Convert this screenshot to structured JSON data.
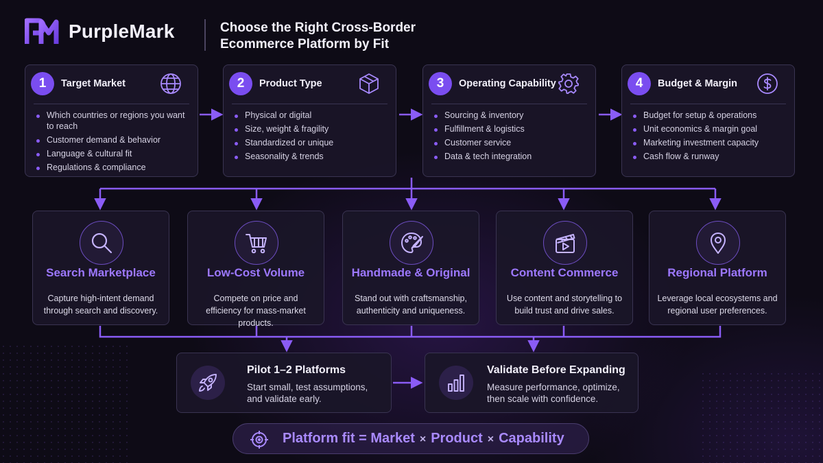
{
  "brand": {
    "name": "PurpleMark",
    "logo_text": "PM"
  },
  "title": {
    "line1": "Choose the Right Cross-Border",
    "line2": "Ecommerce Platform by Fit"
  },
  "factors": [
    {
      "number": "1",
      "title": "Target Market",
      "icon": "globe-icon",
      "items": [
        "Which countries or regions you want to reach",
        "Customer demand & behavior",
        "Language & cultural fit",
        "Regulations & compliance"
      ]
    },
    {
      "number": "2",
      "title": "Product Type",
      "icon": "box-icon",
      "items": [
        "Physical or digital",
        "Size, weight & fragility",
        "Standardized or unique",
        "Seasonality & trends"
      ]
    },
    {
      "number": "3",
      "title": "Operating Capability",
      "icon": "gear-icon",
      "items": [
        "Sourcing & inventory",
        "Fulfillment & logistics",
        "Customer service",
        "Data & tech integration"
      ]
    },
    {
      "number": "4",
      "title": "Budget & Margin",
      "icon": "dollar-icon",
      "items": [
        "Budget for setup & operations",
        "Unit economics & margin goal",
        "Marketing investment capacity",
        "Cash flow & runway"
      ]
    }
  ],
  "platforms": [
    {
      "title": "Search Marketplace",
      "icon": "search-icon",
      "desc": "Capture high-intent demand through search and discovery."
    },
    {
      "title": "Low-Cost Volume",
      "icon": "cart-icon",
      "desc": "Compete on price and efficiency for mass-market products."
    },
    {
      "title": "Handmade & Original",
      "icon": "palette-icon",
      "desc": "Stand out with craftsmanship, authenticity and uniqueness."
    },
    {
      "title": "Content Commerce",
      "icon": "clapperboard-icon",
      "desc": "Use content and storytelling to build trust and drive sales."
    },
    {
      "title": "Regional Platform",
      "icon": "map-pin-icon",
      "desc": "Leverage local ecosystems and regional user preferences."
    }
  ],
  "steps": [
    {
      "title": "Pilot 1–2 Platforms",
      "icon": "rocket-icon",
      "desc": "Start small, test assumptions, and validate early."
    },
    {
      "title": "Validate Before Expanding",
      "icon": "bar-chart-icon",
      "desc": "Measure performance, optimize, then scale with confidence."
    }
  ],
  "formula": {
    "icon": "target-icon",
    "lhs": "Platform fit",
    "eq": "=",
    "term1": "Market",
    "op1": "×",
    "term2": "Product",
    "op2": "×",
    "term3": "Capability"
  },
  "colors": {
    "accent": "#7a4df0",
    "accent_light": "#9d78ff",
    "background": "#0e0b16",
    "card": "#1a1628",
    "border": "#3a3452"
  }
}
